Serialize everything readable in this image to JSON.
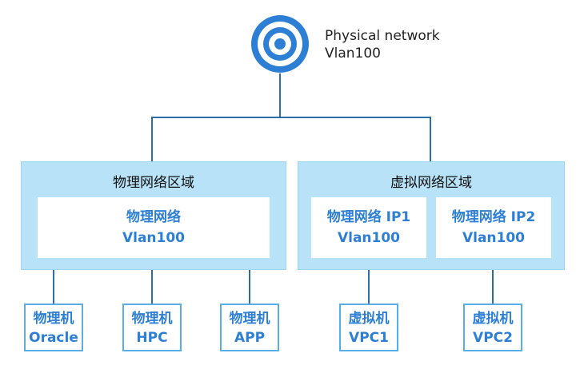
{
  "network": {
    "icon": "target-icon",
    "title": "Physical network",
    "vlan": "Vlan100"
  },
  "zones": {
    "physical": {
      "title": "物理网络区域",
      "panel": {
        "line1": "物理网络",
        "line2": "Vlan100"
      }
    },
    "virtual": {
      "title": "虚拟网络区域",
      "panel1": {
        "line1": "物理网络 IP1",
        "line2": "Vlan100"
      },
      "panel2": {
        "line1": "物理网络 IP2",
        "line2": "Vlan100"
      }
    }
  },
  "nodes": [
    {
      "type": "物理机",
      "name": "Oracle"
    },
    {
      "type": "物理机",
      "name": "HPC"
    },
    {
      "type": "物理机",
      "name": "APP"
    },
    {
      "type": "虚拟机",
      "name": "VPC1"
    },
    {
      "type": "虚拟机",
      "name": "VPC2"
    }
  ],
  "colors": {
    "zone_bg": "#b8e2f7",
    "accent_text": "#2d7fd6",
    "node_border": "#5aaee6",
    "connector": "#2b6ea8"
  }
}
